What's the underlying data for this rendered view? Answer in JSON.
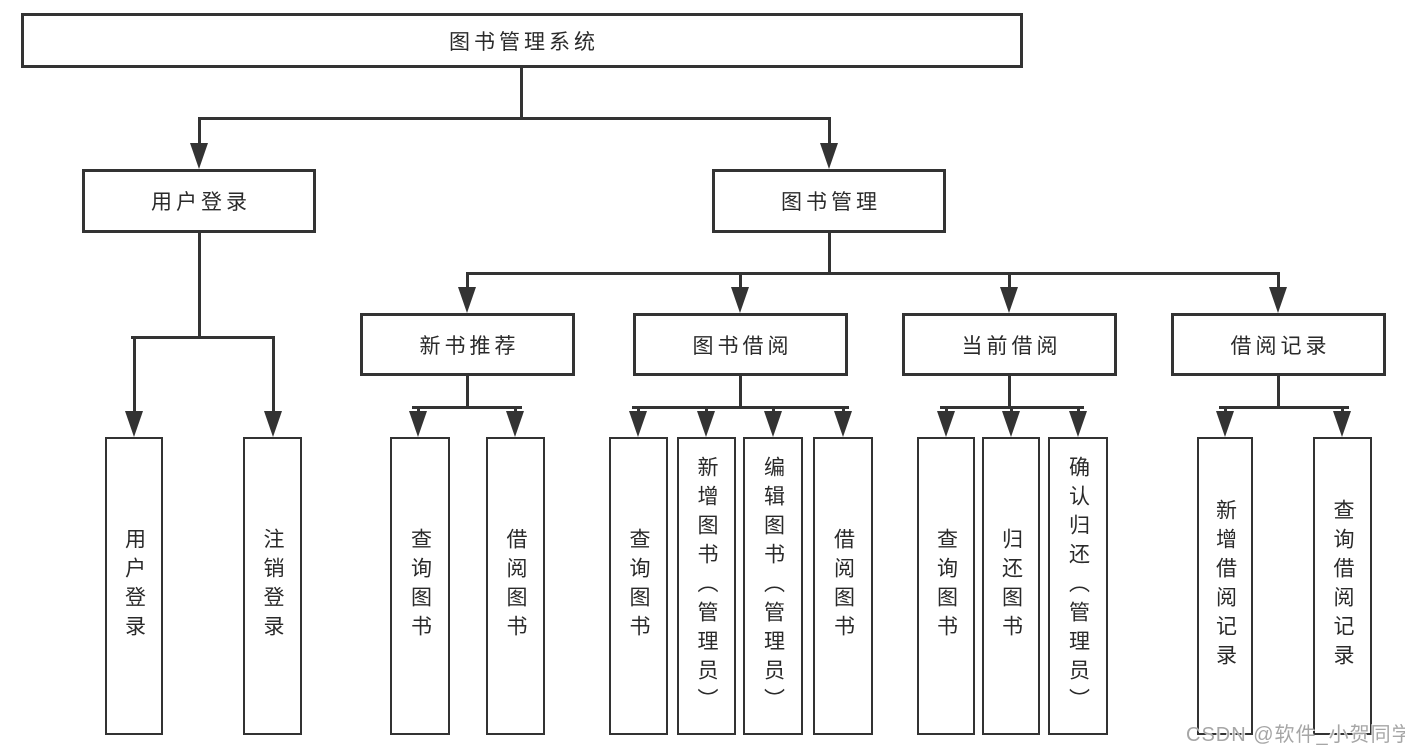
{
  "tree": {
    "root": "图书管理系统",
    "branches": [
      {
        "label": "用户登录",
        "children": [
          "用户登录",
          "注销登录"
        ]
      },
      {
        "label": "图书管理",
        "groups": [
          {
            "label": "新书推荐",
            "children": [
              "查询图书",
              "借阅图书"
            ]
          },
          {
            "label": "图书借阅",
            "children": [
              "查询图书",
              "新增图书（管理员）",
              "编辑图书（管理员）",
              "借阅图书"
            ]
          },
          {
            "label": "当前借阅",
            "children": [
              "查询图书",
              "归还图书",
              "确认归还（管理员）"
            ]
          },
          {
            "label": "借阅记录",
            "children": [
              "新增借阅记录",
              "查询借阅记录"
            ]
          }
        ]
      }
    ]
  },
  "watermark": "CSDN @软件_小贺同学",
  "colors": {
    "line": "#333333",
    "text": "#2a2a2a",
    "background": "#ffffff",
    "watermark": "#a6a6a6"
  }
}
